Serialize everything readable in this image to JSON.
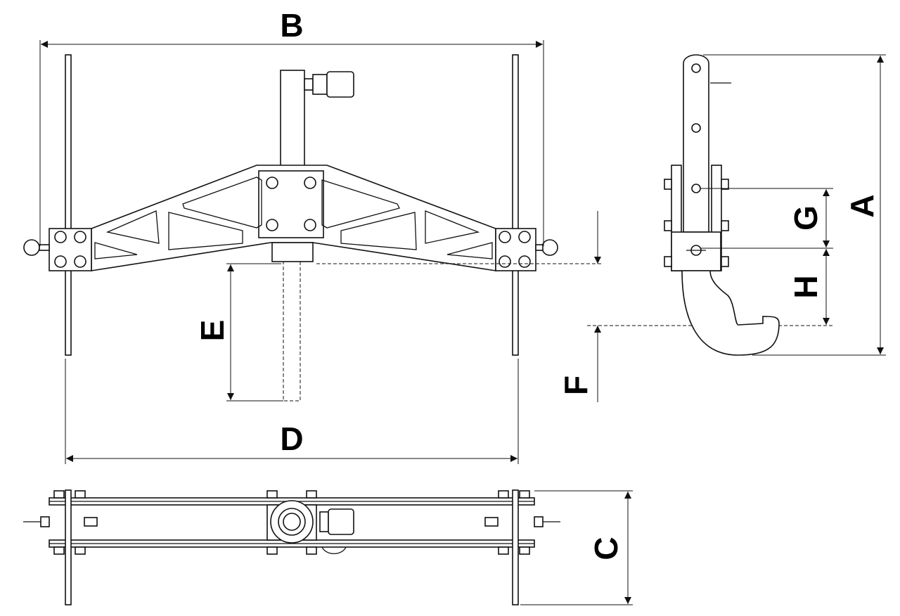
{
  "dimensions": {
    "A": "A",
    "B": "B",
    "C": "C",
    "D": "D",
    "E": "E",
    "F": "F",
    "G": "G",
    "H": "H"
  },
  "colors": {
    "line": "#111111",
    "background": "#ffffff"
  }
}
